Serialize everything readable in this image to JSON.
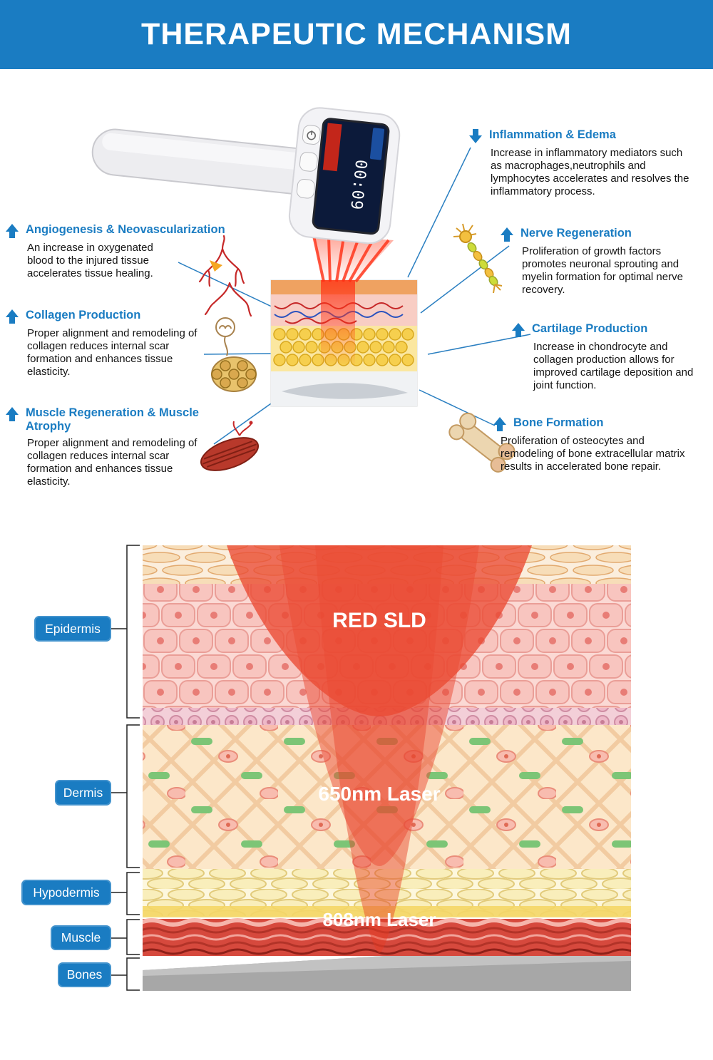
{
  "header": {
    "title": "THERAPEUTIC MECHANISM"
  },
  "callouts": {
    "inflammation": {
      "title": "Inflammation & Edema",
      "body": "Increase in inflammatory mediators such as macrophages,neutrophils and lymphocytes accelerates and resolves the inflammatory process."
    },
    "angiogenesis": {
      "title": "Angiogenesis & Neovascularization",
      "body": "An increase in oxygenated blood to the injured tissue accelerates tissue healing."
    },
    "nerve": {
      "title": "Nerve Regeneration",
      "body": "Proliferation of growth factors promotes neuronal sprouting and myelin formation for optimal nerve recovery."
    },
    "collagen": {
      "title": "Collagen Production",
      "body": "Proper alignment and remodeling of collagen reduces internal scar formation and enhances tissue elasticity."
    },
    "cartilage": {
      "title": "Cartilage Production",
      "body": "Increase in chondrocyte and collagen production allows for improved cartilage deposition and joint function."
    },
    "muscle": {
      "title": "Muscle Regeneration & Muscle Atrophy",
      "body": "Proper alignment and remodeling of collagen reduces internal scar formation and enhances tissue elasticity."
    },
    "bone": {
      "title": "Bone Formation",
      "body": "Proliferation of osteocytes and remodeling of bone extracellular matrix results in accelerated bone repair."
    }
  },
  "device": {
    "display_time": "00:09"
  },
  "penetration": {
    "layers": [
      "Epidermis",
      "Dermis",
      "Hypodermis",
      "Muscle",
      "Bones"
    ],
    "beams": [
      "RED SLD",
      "650nm Laser",
      "808nm Laser"
    ]
  },
  "icons": {
    "up_arrow": "solid-blue-up-arrow",
    "down_arrow": "solid-blue-down-arrow",
    "power": "power-symbol"
  },
  "colors": {
    "accent_blue": "#1a7cc2",
    "beam_red": "#ea4a33"
  }
}
